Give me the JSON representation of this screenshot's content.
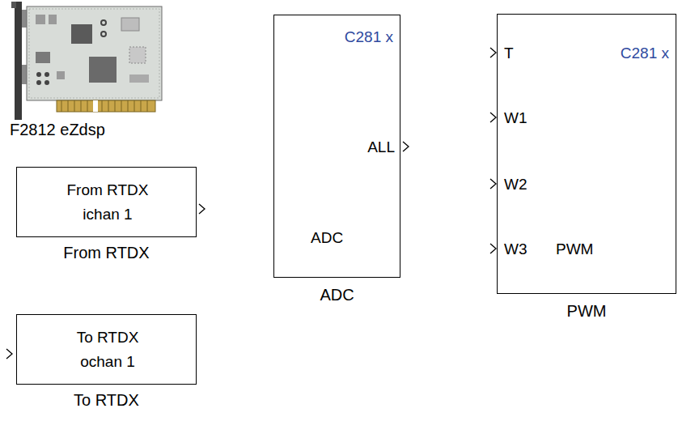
{
  "diagram": {
    "nodes": [
      {
        "text": [
          "From RTDX ichan 1",
          "From RTDX"
        ]
      },
      {
        "text": [
          "To RTDX ochan 1",
          "To RTDX"
        ]
      },
      {
        "text": [
          "C281 x",
          "ALL",
          "ADC",
          "ADC"
        ]
      },
      {
        "text": [
          "T",
          "W1",
          "W2",
          "W3",
          "C281 x",
          "PWM",
          "PWM"
        ]
      }
    ],
    "edges": [],
    "labels": [
      "F2812 eZdsp"
    ]
  }
}
